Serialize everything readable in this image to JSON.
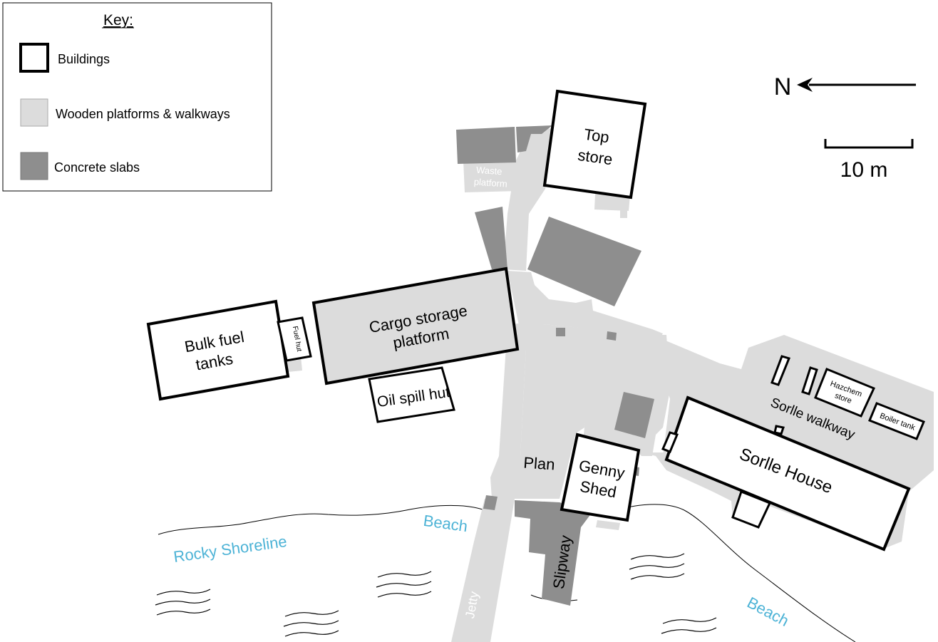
{
  "key": {
    "title": "Key:",
    "items": [
      {
        "label": "Buildings"
      },
      {
        "label": "Wooden platforms & walkways"
      },
      {
        "label": "Concrete slabs"
      }
    ]
  },
  "north": {
    "label": "N"
  },
  "scale": {
    "label": "10 m"
  },
  "buildings": {
    "top_store_1": "Top",
    "top_store_2": "store",
    "bulk_fuel_1": "Bulk fuel",
    "bulk_fuel_2": "tanks",
    "fuel_hut": "Fuel hut",
    "cargo_1": "Cargo storage",
    "cargo_2": "platform",
    "oil_spill": "Oil spill hut",
    "genny_1": "Genny",
    "genny_2": "Shed",
    "sorlle_house": "Sorlle House",
    "hazchem_1": "Hazchem",
    "hazchem_2": "store",
    "boiler": "Boiler tank"
  },
  "features": {
    "waste_1": "Waste",
    "waste_2": "platform",
    "sorlle_walkway": "Sorlle walkway",
    "plan": "Plan",
    "slipway": "Slipway",
    "jetty": "Jetty",
    "beach_1": "Beach",
    "beach_2": "Beach",
    "rocky": "Rocky Shoreline"
  }
}
